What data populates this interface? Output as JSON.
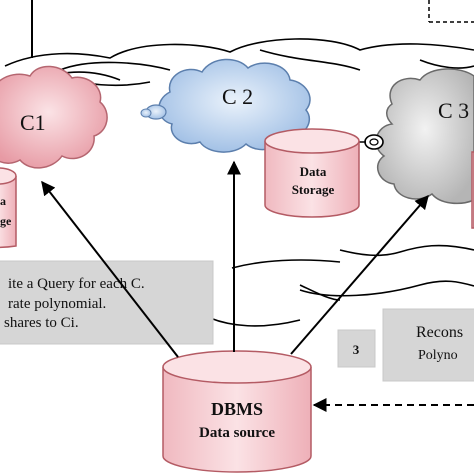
{
  "clouds": {
    "c1": {
      "label": "C1"
    },
    "c2": {
      "label": "C 2"
    },
    "c3": {
      "label": "C 3"
    }
  },
  "storage": {
    "c2": {
      "line1": "Data",
      "line2": "Storage"
    },
    "c1": {
      "line1": "a",
      "line2": "age"
    }
  },
  "dbms": {
    "title": "DBMS",
    "subtitle": "Data source"
  },
  "left_box": {
    "line1": "ite a Query for each C.",
    "line2": "rate polynomial.",
    "line3": "shares to Ci."
  },
  "right_box": {
    "step": "3",
    "line1": "Recons",
    "line2": "Polyno"
  },
  "colors": {
    "c1_fill": "#f2b8be",
    "c2_fill": "#bcd4ee",
    "c3_fill": "#d2d2d2",
    "cylinder_fill": "#f6cfd3",
    "cylinder_stroke": "#b45b64",
    "gray_box": "#d6d6d6"
  }
}
